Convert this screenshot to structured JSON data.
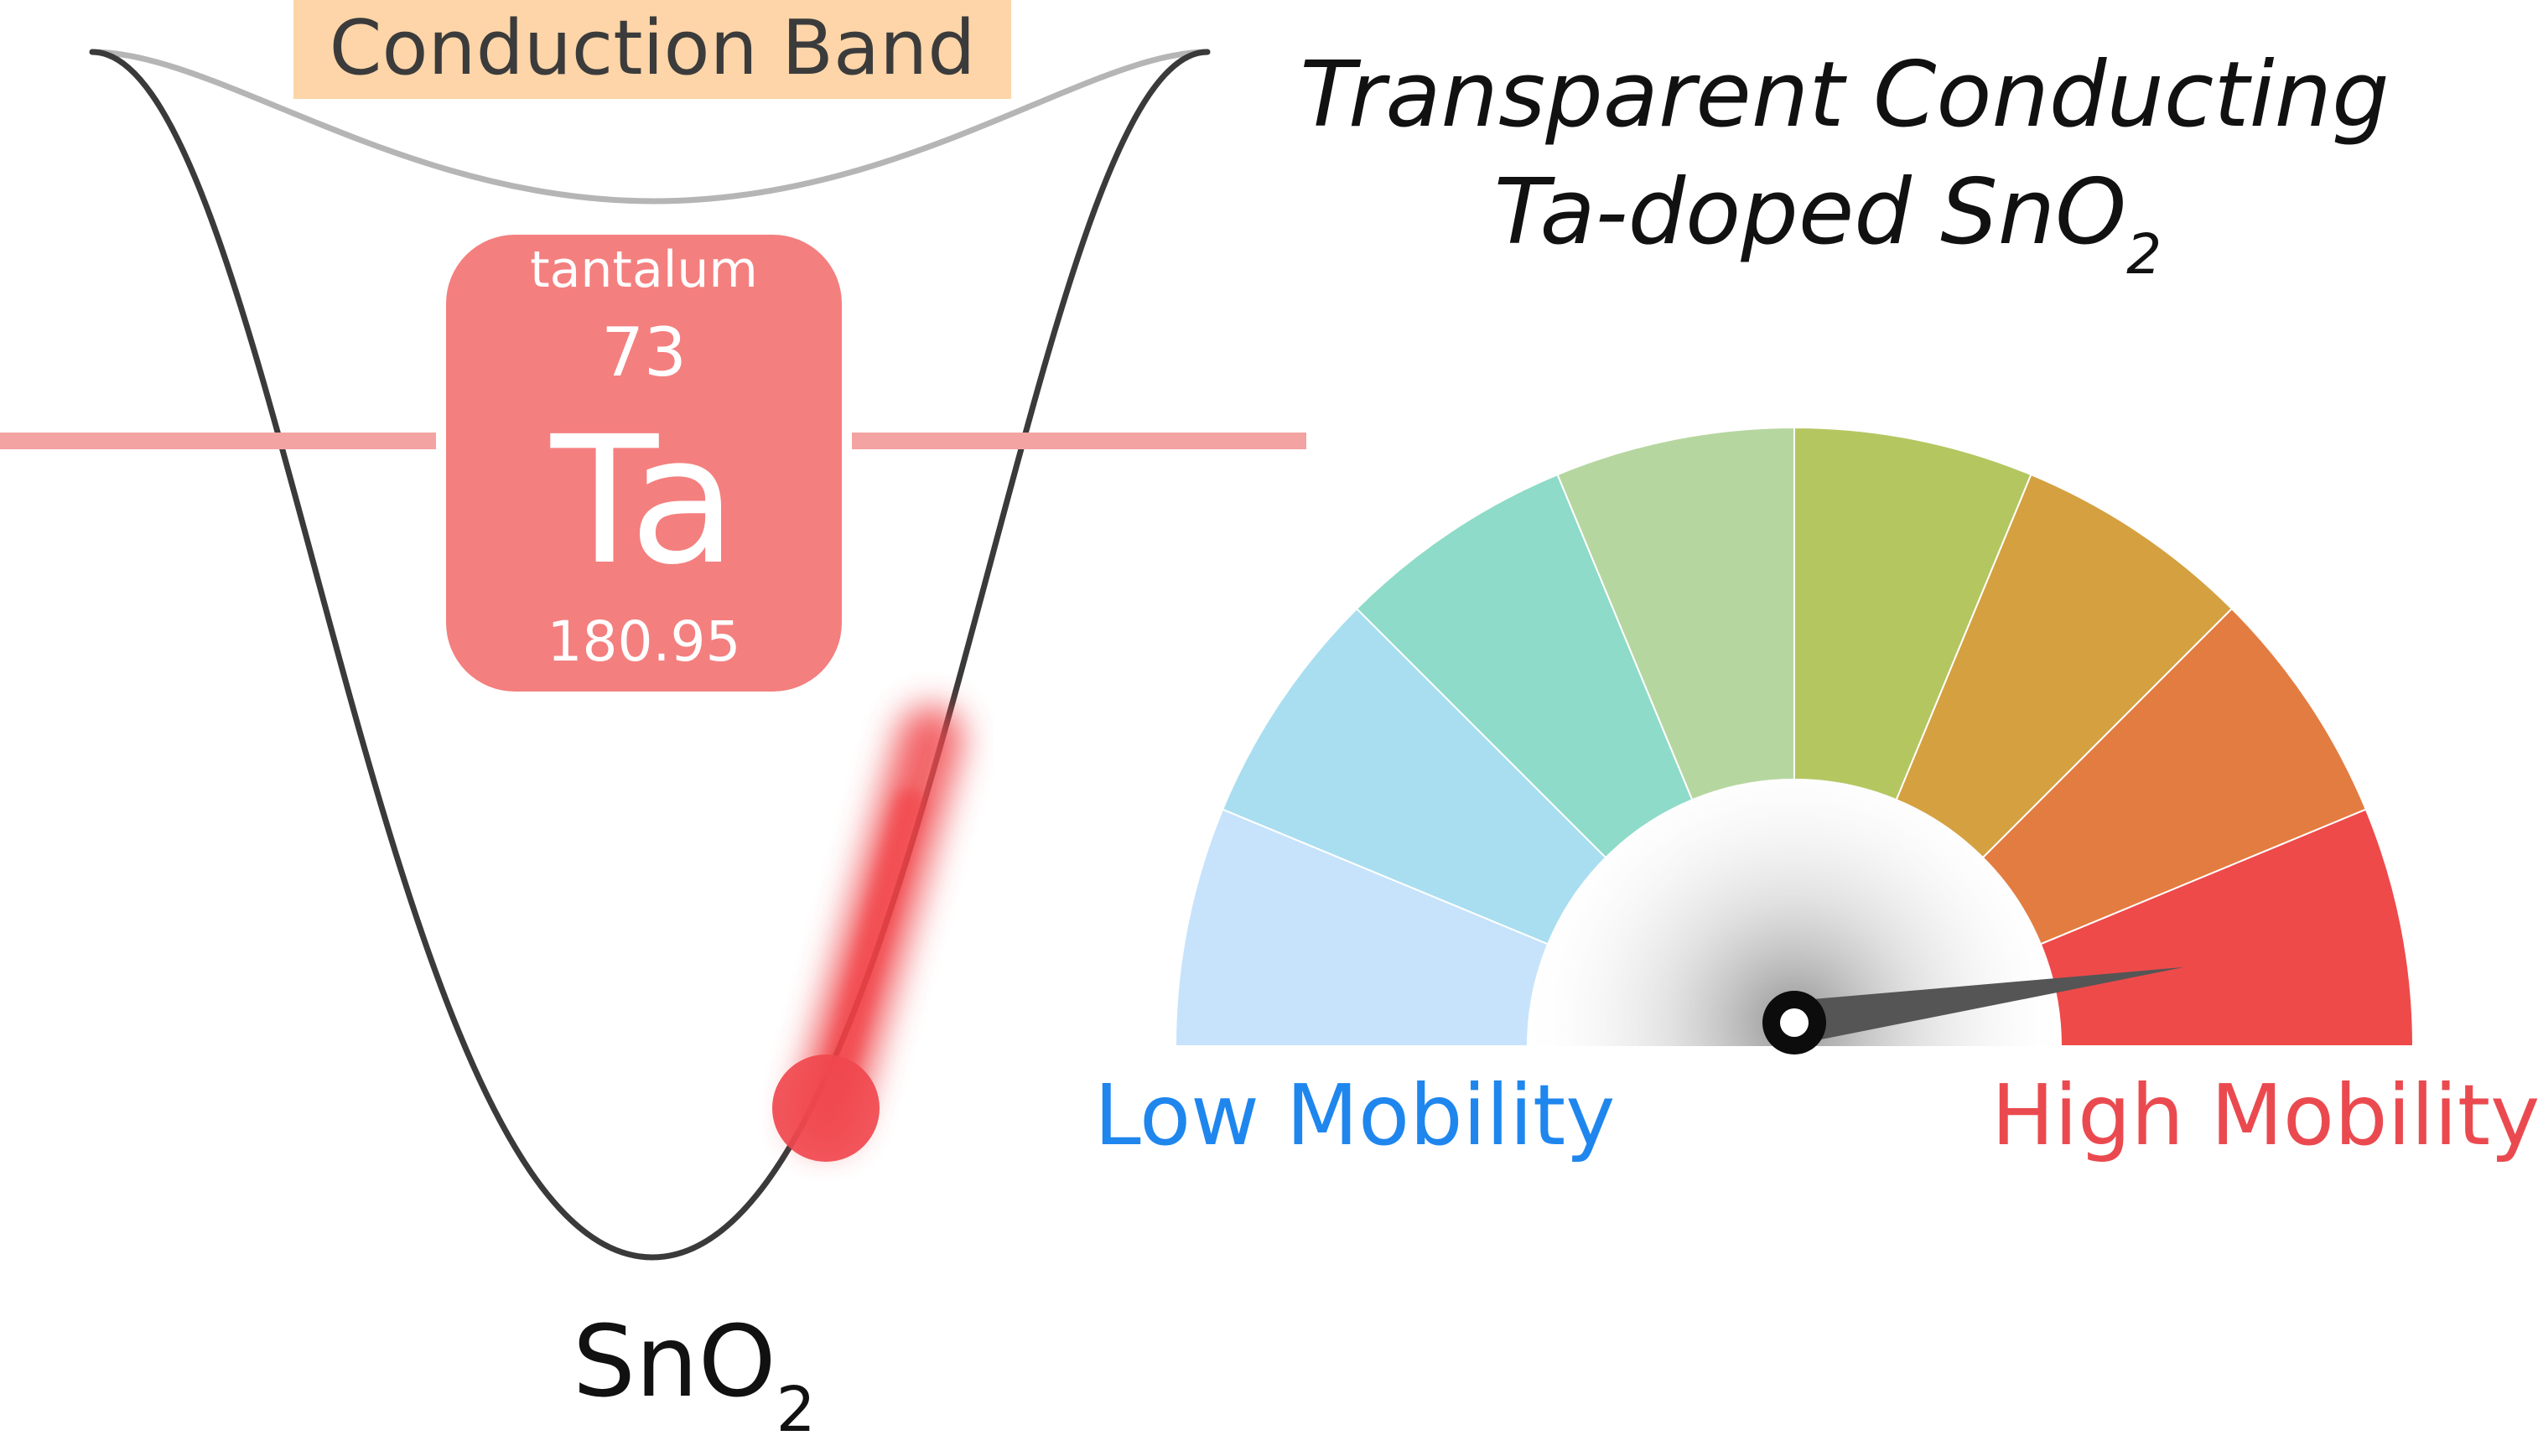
{
  "band_label": "Conduction Band",
  "title": {
    "line1": "Transparent Conducting",
    "line2_prefix": "Ta-doped SnO",
    "line2_sub": "2"
  },
  "element": {
    "name": "tantalum",
    "number": "73",
    "symbol": "Ta",
    "mass": "180.95"
  },
  "host": {
    "prefix": "SnO",
    "sub": "2"
  },
  "gauge": {
    "low_label": "Low Mobility",
    "high_label": "High Mobility",
    "segment_colors": [
      "#c7e3fb",
      "#a8def0",
      "#8ddbc8",
      "#b6d6a0",
      "#b4c660",
      "#d5a040",
      "#e37c40",
      "#ee4a4a"
    ],
    "needle_value": 0.955
  },
  "colors": {
    "band_label_bg": "#fdd5a8",
    "element_tile": "#f47f7f",
    "dopant_level": "#f4a3a3",
    "low_text": "#1f86ee",
    "high_text": "#ea4a4f"
  }
}
